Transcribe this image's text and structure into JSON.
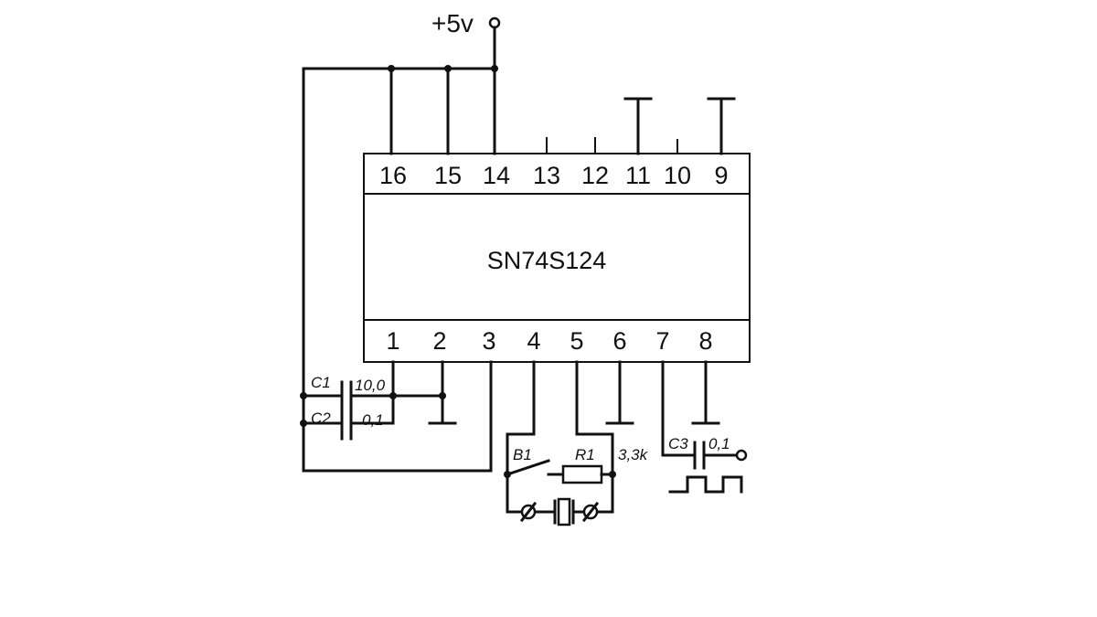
{
  "supply": {
    "label": "+5v"
  },
  "chip": {
    "name": "SN74S124",
    "top_pins": [
      "16",
      "15",
      "14",
      "13",
      "12",
      "11",
      "10",
      "9"
    ],
    "bottom_pins": [
      "1",
      "2",
      "3",
      "4",
      "5",
      "6",
      "7",
      "8"
    ]
  },
  "components": {
    "c1": {
      "name": "C1",
      "value": "10,0"
    },
    "c2": {
      "name": "C2",
      "value": "0,1"
    },
    "c3": {
      "name": "C3",
      "value": "0,1"
    },
    "b1": {
      "name": "B1"
    },
    "r1": {
      "name": "R1",
      "value": "3,3k"
    }
  }
}
